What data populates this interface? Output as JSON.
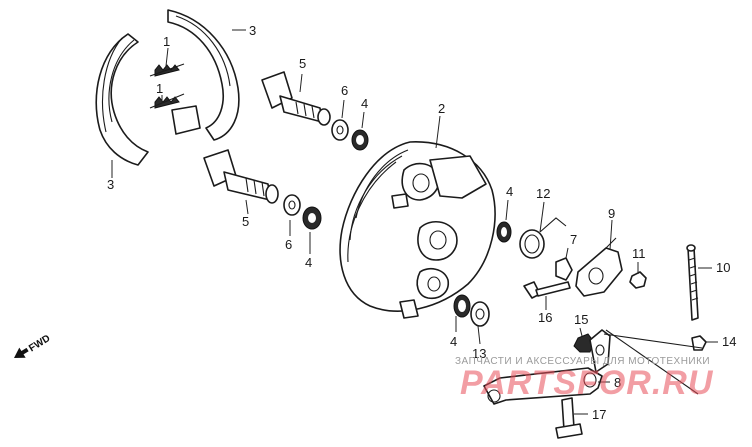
{
  "diagram": {
    "callouts": [
      {
        "id": "c1a",
        "label": "1"
      },
      {
        "id": "c1b",
        "label": "1"
      },
      {
        "id": "c3a",
        "label": "3"
      },
      {
        "id": "c3b",
        "label": "3"
      },
      {
        "id": "c5a",
        "label": "5"
      },
      {
        "id": "c6a",
        "label": "6"
      },
      {
        "id": "c4a",
        "label": "4"
      },
      {
        "id": "c2",
        "label": "2"
      },
      {
        "id": "c5b",
        "label": "5"
      },
      {
        "id": "c6b",
        "label": "6"
      },
      {
        "id": "c4b",
        "label": "4"
      },
      {
        "id": "c4c",
        "label": "4"
      },
      {
        "id": "c12",
        "label": "12"
      },
      {
        "id": "c7",
        "label": "7"
      },
      {
        "id": "c9",
        "label": "9"
      },
      {
        "id": "c11",
        "label": "11"
      },
      {
        "id": "c10",
        "label": "10"
      },
      {
        "id": "c16",
        "label": "16"
      },
      {
        "id": "c15",
        "label": "15"
      },
      {
        "id": "c4d",
        "label": "4"
      },
      {
        "id": "c13",
        "label": "13"
      },
      {
        "id": "c14",
        "label": "14"
      },
      {
        "id": "c8",
        "label": "8"
      },
      {
        "id": "c17",
        "label": "17"
      }
    ],
    "direction_label": "FWD"
  },
  "watermark": {
    "caption": "ЗАПЧАСТИ И АКСЕССУАРЫ ДЛЯ МОТОТЕХНИКИ",
    "brand": "PARTSFOR.RU"
  },
  "colors": {
    "line": "#1b1b1b",
    "watermark_red": "#e8505b",
    "highlight_red": "#e05a5a"
  }
}
